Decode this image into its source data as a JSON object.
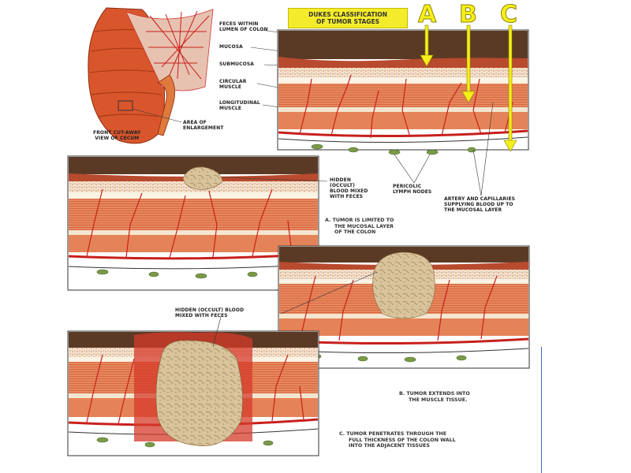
{
  "title": [
    "DUKES CLASSIFICATION",
    "OF TUMOR STAGES"
  ],
  "stages": [
    "A",
    "B",
    "C"
  ],
  "cecum": {
    "labels": {
      "feces": [
        "FECES WITHIN",
        "LUMEN OF COLON"
      ],
      "mucosa": "MUCOSA",
      "submucosa": "SUBMUCOSA",
      "circular": [
        "CIRCULAR",
        "MUSCLE"
      ],
      "longitudinal": [
        "LONGITUDINAL",
        "MUSCLE"
      ],
      "area": [
        "AREA OF",
        "ENLARGEMENT"
      ],
      "front": [
        "FRONT CUT-AWAY",
        "VIEW OF CECUM"
      ]
    }
  },
  "labels": {
    "lymph": [
      "PERICOLIC",
      "LYMPH NODES"
    ],
    "artery": [
      "ARTERY AND CAPILLARIES",
      "SUPPLYING BLOOD UP TO",
      "THE MUCOSAL LAYER"
    ],
    "hidden_a": [
      "HIDDEN",
      "(OCCULT)",
      "BLOOD MIXED",
      "WITH FECES"
    ],
    "hidden_c": [
      "HIDDEN (OCCULT) BLOOD",
      "MIXED WITH FECES"
    ]
  },
  "captions": {
    "a": [
      "A.  TUMOR IS LIMITED TO",
      "THE MUCOSAL LAYER",
      "OF THE COLON"
    ],
    "b": [
      "B.  TUMOR EXTENDS INTO",
      "THE MUSCLE TISSUE."
    ],
    "c": [
      "C.  TUMOR PENETRATES THROUGH THE",
      "FULL THICKNESS OF THE COLON WALL",
      "INTO THE ADJACENT TISSUES"
    ]
  },
  "colors": {
    "feces": "#5b3a25",
    "mucosa": "#f2c3a0",
    "muscle": "#e88a62",
    "artery": "#c8201c",
    "tumor": "#d9c29a",
    "lymph": "#7a9a48",
    "yellow": "#f6ef1a"
  }
}
